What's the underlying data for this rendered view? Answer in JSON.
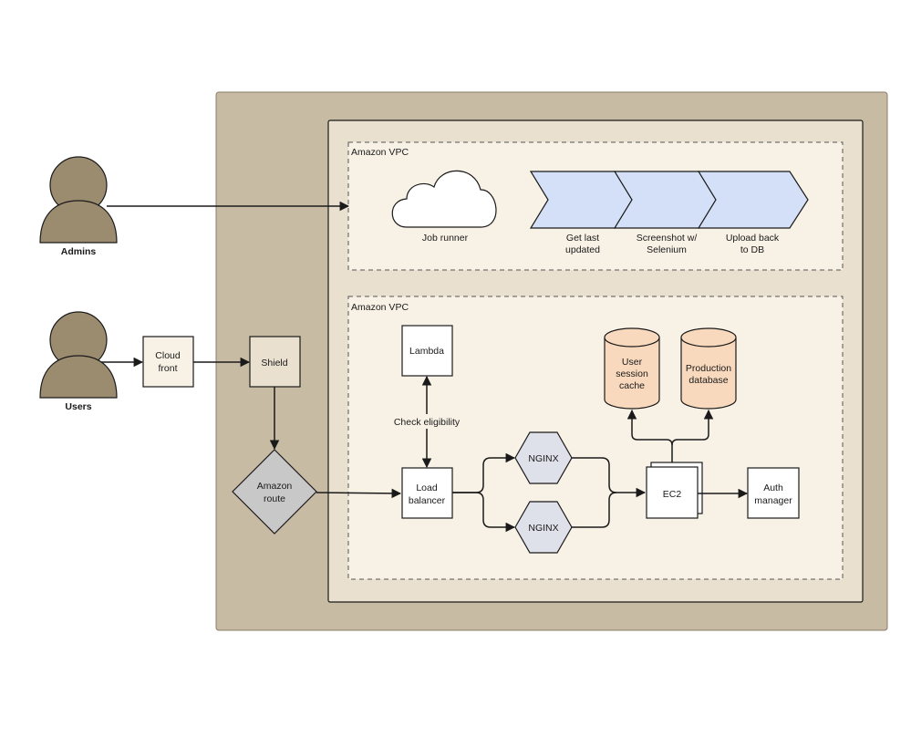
{
  "actors": {
    "admins": "Admins",
    "users": "Users"
  },
  "vpc_top": {
    "label": "Amazon VPC",
    "job_runner": "Job runner",
    "steps": [
      [
        "Get last",
        "updated"
      ],
      [
        "Screenshot w/",
        "Selenium"
      ],
      [
        "Upload back",
        "to DB"
      ]
    ]
  },
  "vpc_bottom": {
    "label": "Amazon VPC",
    "lambda": "Lambda",
    "check": "Check eligibility",
    "load_balancer": [
      "Load",
      "balancer"
    ],
    "nginx_1": "NGINX",
    "nginx_2": "NGINX",
    "ec2": "EC2",
    "auth": [
      "Auth",
      "manager"
    ],
    "cache": [
      "User",
      "session",
      "cache"
    ],
    "db": [
      "Production",
      "database"
    ]
  },
  "edge_nodes": {
    "cloudfront": [
      "Cloud",
      "front"
    ],
    "shield": "Shield",
    "route": [
      "Amazon",
      "route"
    ]
  },
  "colors": {
    "outer_region": "#c8bba4",
    "inner_region": "#e9e0d0",
    "vpc_fill": "#f8f1e6",
    "person": "#9b8b6f",
    "step_fill": "#d4e0f7",
    "db_fill": "#f9d9bd",
    "nginx_fill": "#dfe1ea",
    "route_fill": "#c8c8c8"
  }
}
